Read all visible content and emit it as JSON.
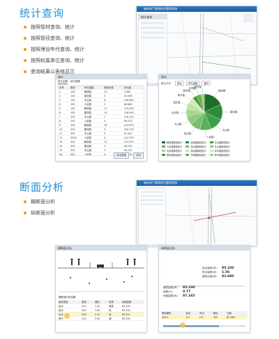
{
  "section1": {
    "title": "统计查询",
    "bullets": [
      "按照管材查询、统计",
      "按照管径查询、统计",
      "按照埋设年代查询、统计",
      "按照权属单位查询、统计",
      "查询结果以表格显示"
    ]
  },
  "section2": {
    "title": "断面分析",
    "bullets": [
      "横断面分析",
      "纵断面分析"
    ]
  },
  "map_app": {
    "title": "城市地下管线综合管理系统",
    "panel_title": "统计查询"
  },
  "stats_table_window": {
    "title": "统计",
    "tabs": [
      "统计结果",
      "统计图表"
    ],
    "columns": [
      "序号",
      "管径",
      "所在道路",
      "管线长度",
      "总长度"
    ],
    "rows": [
      [
        "1",
        "100",
        "解放路",
        "12",
        "3.480"
      ],
      [
        "2",
        "100",
        "建设路",
        "4",
        "45.098"
      ],
      [
        "3",
        "100",
        "中山路",
        "8",
        "108.820"
      ],
      [
        "4",
        "150",
        "人民路",
        "2",
        "68.860"
      ],
      [
        "5",
        "150",
        "解放路",
        "11",
        "215.030"
      ],
      [
        "6",
        "150",
        "建设路",
        "14",
        "318.040"
      ],
      [
        "7",
        "200",
        "中山路",
        "7",
        "128.110"
      ],
      [
        "8",
        "200",
        "人民路",
        "3",
        "96.070"
      ],
      [
        "9",
        "200",
        "解放路",
        "18",
        "412.870"
      ],
      [
        "10",
        "300",
        "建设路",
        "9",
        "200.130"
      ],
      [
        "11",
        "300",
        "中山路",
        "5",
        "87.020"
      ],
      [
        "12",
        "300A",
        "人民路",
        "6",
        "141.700"
      ],
      [
        "13",
        "400",
        "解放路",
        "11",
        "213.070"
      ],
      [
        "14",
        "400",
        "建设路",
        "3",
        "56.230"
      ],
      [
        "15",
        "500",
        "中山路",
        "2",
        "40.120"
      ],
      [
        "16",
        "500",
        "人民路",
        "4",
        "86.430"
      ],
      [
        "17",
        "600",
        "解放路",
        "1",
        "18.900"
      ],
      [
        "18",
        "600",
        "建设路",
        "2",
        "31.270"
      ],
      [
        "19",
        "800",
        "中山路",
        "1",
        "12.560"
      ],
      [
        "20",
        "800",
        "人民路",
        "3",
        "44.080"
      ]
    ],
    "buttons": [
      "导出表格",
      "关闭"
    ]
  },
  "pie_window": {
    "title": "统计",
    "toolbar_label": "统计方式：",
    "toolbar_options": [
      "管径",
      "所在道路",
      "管材"
    ],
    "labels": [
      "解放路",
      "建设路",
      "中山路",
      "人民路",
      "西山路",
      "东山路",
      "北京路",
      "南京路",
      "和平路",
      "胜利路",
      "光明路",
      "新华路"
    ],
    "legend": [
      "解放路管线统计",
      "建设路管线统计",
      "中山路管线统计",
      "人民路管线统计",
      "西山路管线统计",
      "东山路管线统计",
      "北京路管线统计",
      "南京路管线统计",
      "和平路管线统计",
      "胜利路管线统计",
      "光明路管线统计",
      "新华路管线统计"
    ]
  },
  "cross_section_window": {
    "title": "横断面分析",
    "table_caption": "横断面分析结果",
    "columns": [
      "管线类型",
      "管径",
      "埋深",
      "材质",
      "地面高程"
    ],
    "rows": [
      [
        "给水",
        "200",
        "1.20",
        "铸铁",
        "85.330"
      ],
      [
        "雨水",
        "300",
        "1.80",
        "砼",
        "85.330"
      ],
      [
        "污水",
        "400",
        "2.10",
        "砼",
        "85.310"
      ],
      [
        "燃气",
        "150",
        "0.90",
        "钢",
        "85.290"
      ]
    ]
  },
  "long_section_window": {
    "title": "纵断面分析",
    "stats": [
      {
        "label": "起点高程(米)：",
        "value": "85.330"
      },
      {
        "label": "终点高程(米)：",
        "value": "1.56"
      },
      {
        "label": "管线长度(米)：",
        "value": "82.880"
      }
    ],
    "stats2": [
      {
        "label": "管底高程(米)：",
        "value": "85.330"
      },
      {
        "label": "坡度(%)：",
        "value": "0.77"
      },
      {
        "label": "地面高程(米)：",
        "value": "87.165"
      }
    ],
    "columns": [
      "管线编号",
      "起点",
      "终点",
      "管径",
      "长度"
    ],
    "rows": [
      [
        "JS001",
        "J12",
        "J13",
        "300",
        "82.880"
      ]
    ]
  }
}
